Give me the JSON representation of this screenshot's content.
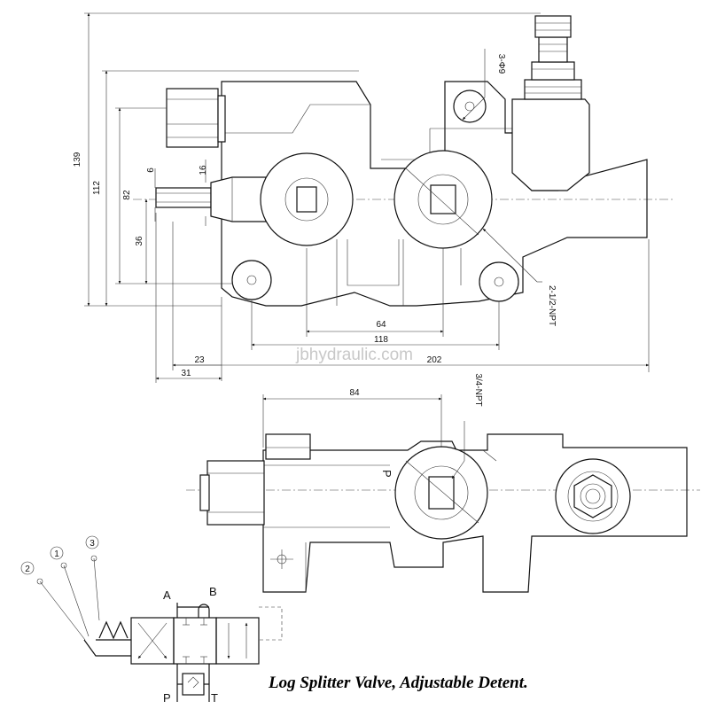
{
  "caption": "Log Splitter Valve, Adjustable Detent.",
  "watermark": "jbhydraulic.com",
  "top_view": {
    "dims": {
      "overall_height": "139",
      "height_112": "112",
      "height_82": "82",
      "height_36": "36",
      "dia_6": "6",
      "dia_16": "16",
      "holes": "3-Φ9",
      "port_size": "2-1/2-NPT",
      "width_64": "64",
      "width_118": "118",
      "width_202": "202",
      "offset_23": "23",
      "offset_31": "31"
    }
  },
  "side_view": {
    "dims": {
      "width_84": "84",
      "inlet_port": "3/4-NPT"
    },
    "port_label": "P"
  },
  "schematic": {
    "callouts": [
      "1",
      "2",
      "3"
    ],
    "ports": {
      "a": "A",
      "b": "B",
      "p": "P",
      "t": "T"
    }
  }
}
